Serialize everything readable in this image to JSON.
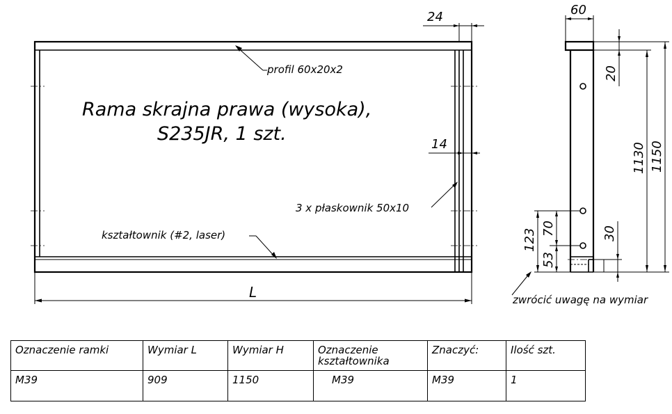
{
  "drawing": {
    "title_line1": "Rama skrajna prawa (wysoka),",
    "title_line2": "S235JR, 1 szt.",
    "label_profil": "profil 60x20x2",
    "label_plaskownik": "3 x płaskownik 50x10",
    "label_ksztaltownik": "kształtownik (#2, laser)",
    "label_attention": "zwrócić uwagę na wymiar"
  },
  "dimensions": {
    "length": "L",
    "d24": "24",
    "d14": "14",
    "d60": "60",
    "d20": "20",
    "d1130": "1130",
    "d1150": "1150",
    "d30": "30",
    "d123": "123",
    "d70": "70",
    "d53": "53"
  },
  "table": {
    "headers": [
      "Oznaczenie ramki",
      "Wymiar L",
      "Wymiar H",
      "Oznaczenie kształtownika",
      "Znaczyć:",
      "Ilość szt."
    ],
    "rows": [
      [
        "M39",
        "909",
        "1150",
        "M39",
        "M39",
        "1"
      ]
    ]
  }
}
